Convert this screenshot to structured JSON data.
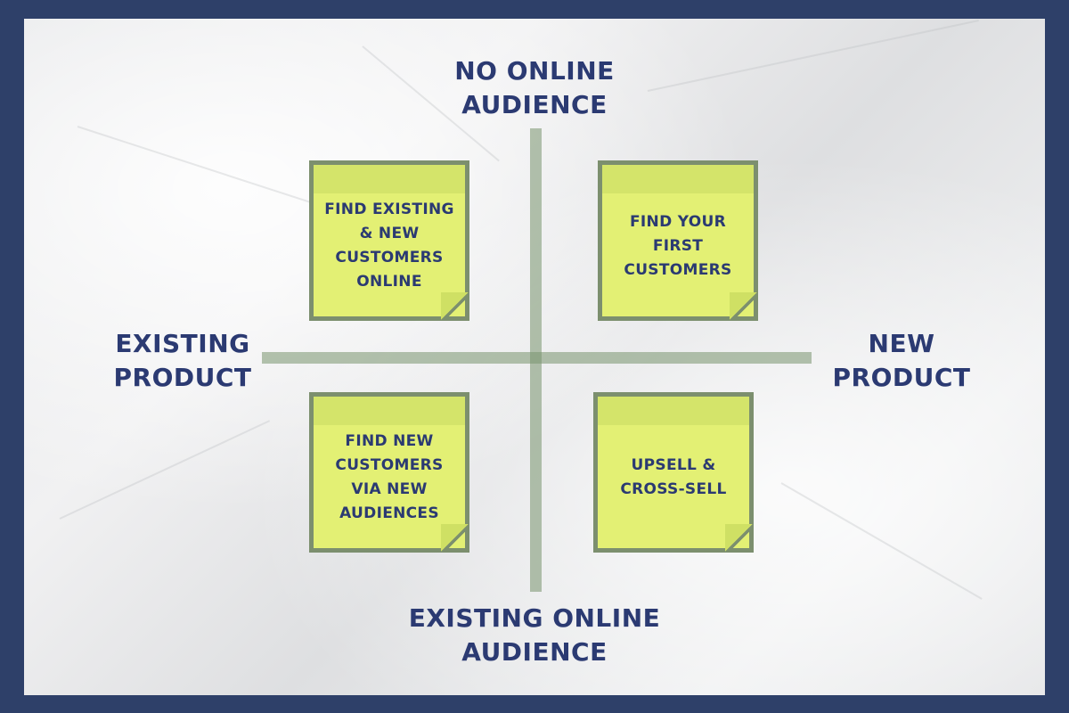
{
  "axes": {
    "top": "NO ONLINE AUDIENCE",
    "bottom": "EXISTING ONLINE AUDIENCE",
    "left": "EXISTING PRODUCT",
    "right": "NEW PRODUCT"
  },
  "quadrants": {
    "top_left": "FIND EXISTING & NEW CUSTOMERS ONLINE",
    "top_right": "FIND YOUR FIRST CUSTOMERS",
    "bottom_left": "FIND NEW CUSTOMERS VIA NEW AUDIENCES",
    "bottom_right": "UPSELL & CROSS-SELL"
  },
  "colors": {
    "frame": "#2e4069",
    "text": "#2b3a72",
    "note_fill": "#e3f074",
    "note_border": "#7c8f6e",
    "axis": "#7a946e"
  }
}
